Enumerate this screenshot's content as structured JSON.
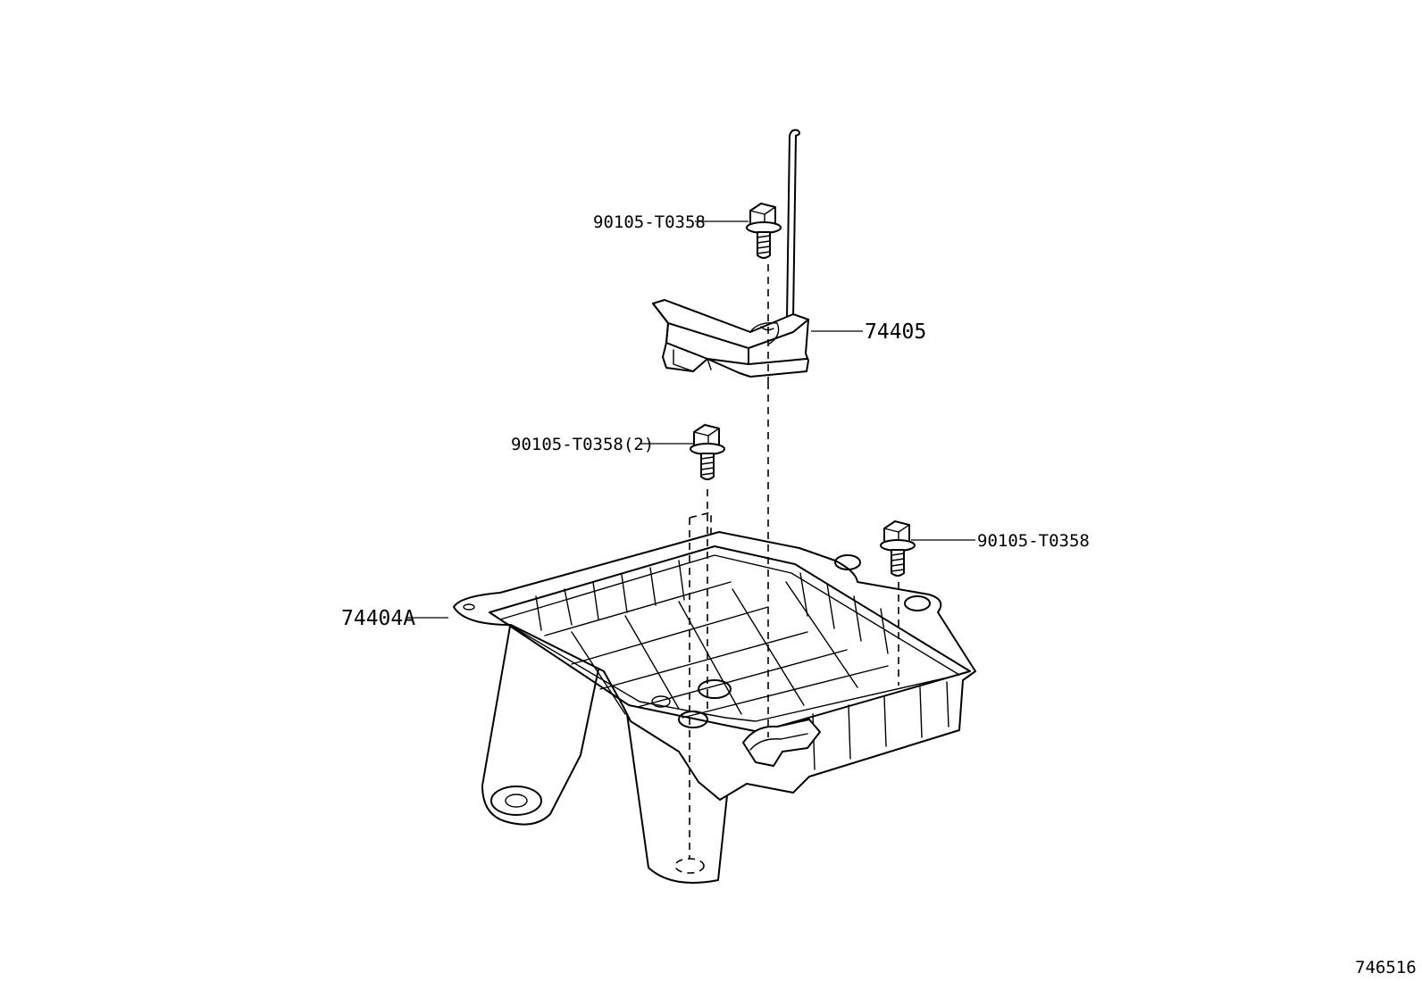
{
  "labels": {
    "bolt_top": "90105-T0358",
    "bracket": "74405",
    "bolt_mid": "90105-T0358(2)",
    "bolt_right": "90105-T0358",
    "tray": "74404A",
    "diagram_no": "746516"
  }
}
